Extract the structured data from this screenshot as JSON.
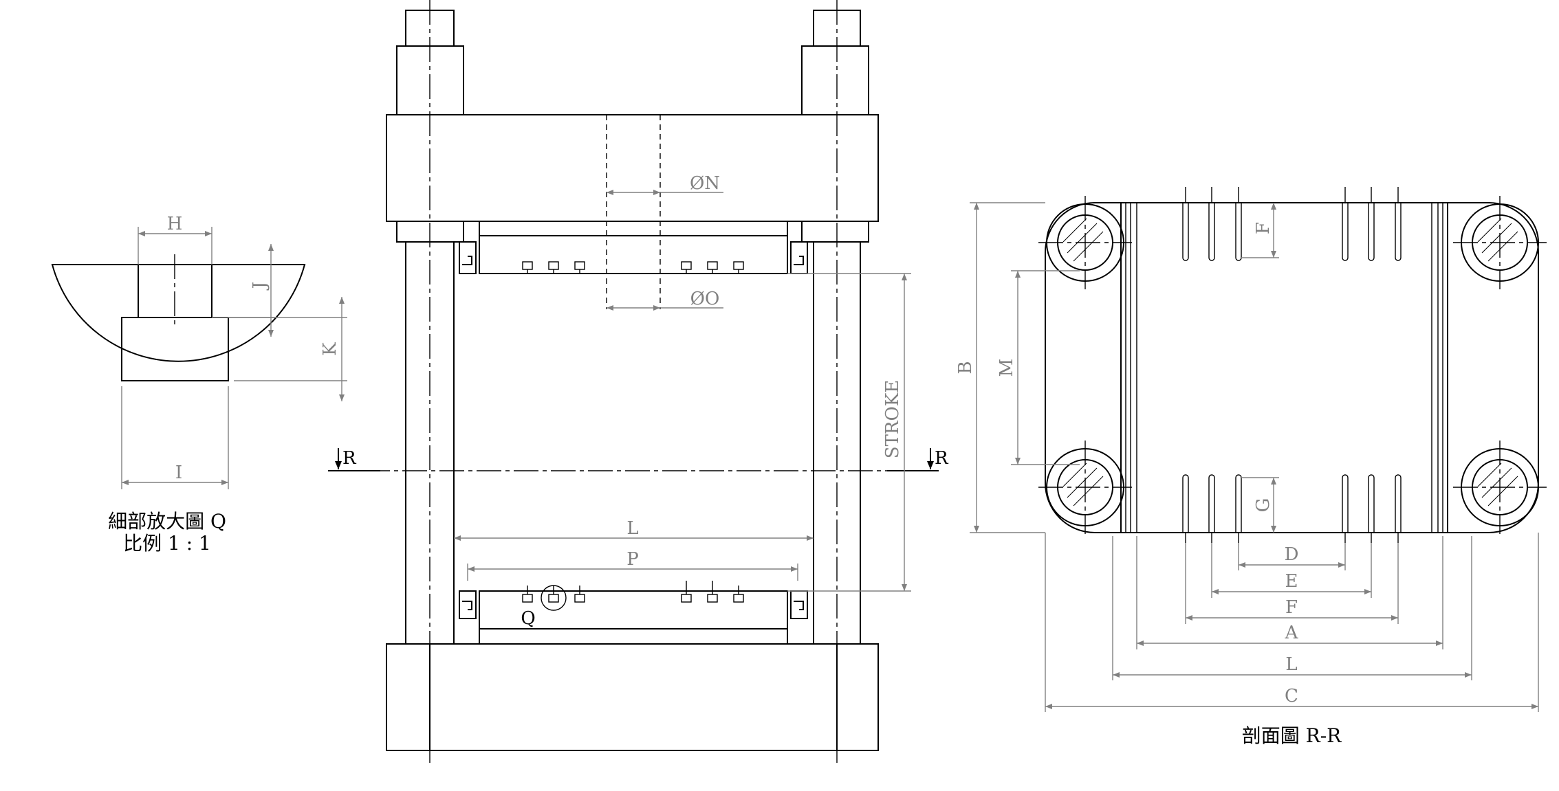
{
  "detail_view": {
    "labels": {
      "h": "H",
      "j": "J",
      "k": "K",
      "i": "I"
    },
    "caption_line1": "細部放大圖 Q",
    "caption_line2": "比例 1 : 1"
  },
  "front_view": {
    "labels": {
      "dia_n": "ØN",
      "dia_o": "ØO",
      "stroke": "STROKE",
      "section_left": "R",
      "section_right": "R",
      "l": "L",
      "p": "P",
      "q": "Q"
    }
  },
  "section_view": {
    "labels": {
      "b": "B",
      "m": "M",
      "f_top": "F",
      "g": "G",
      "d": "D",
      "e": "E",
      "f": "F",
      "a": "A",
      "l": "L",
      "c": "C"
    },
    "caption": "剖面圖 R-R"
  }
}
